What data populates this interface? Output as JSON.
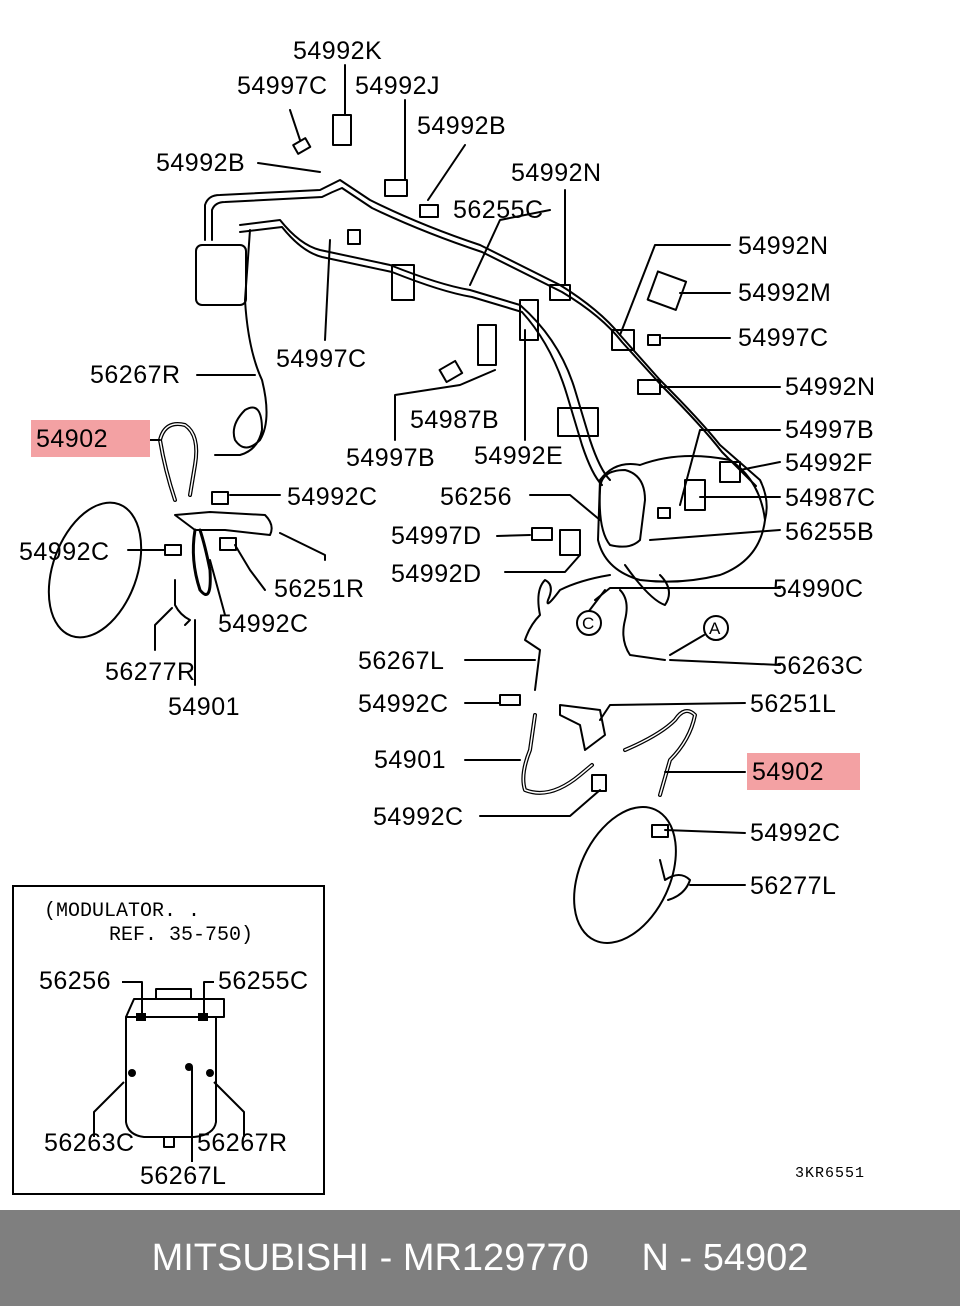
{
  "highlight_color": "#f3a1a3",
  "labels": {
    "l54992K": "54992K",
    "l54997C_a": "54997C",
    "l54992J": "54992J",
    "l54992B_a": "54992B",
    "l54992B_b": "54992B",
    "l54992N_a": "54992N",
    "l56255C": "56255C",
    "l54992N_b": "54992N",
    "l54992M": "54992M",
    "l54997C_b": "54997C",
    "l54997C_c": "54997C",
    "l56267R": "56267R",
    "l54992N_c": "54992N",
    "l54987B": "54987B",
    "l54902_left": "54902",
    "l54997B_a": "54997B",
    "l54997B_b": "54997B",
    "l54992E": "54992E",
    "l54992F": "54992F",
    "l54992C_a": "54992C",
    "l56256": "56256",
    "l54987C": "54987C",
    "l54992C_b": "54992C",
    "l54997D": "54997D",
    "l56255B": "56255B",
    "l56251R": "56251R",
    "l54992D": "54992D",
    "l54990C": "54990C",
    "l54992C_c": "54992C",
    "l56277R": "56277R",
    "l56267L": "56267L",
    "l56263C": "56263C",
    "l54901_a": "54901",
    "l54992C_d": "54992C",
    "l56251L": "56251L",
    "l54901_b": "54901",
    "l54902_right": "54902",
    "l54992C_e": "54992C",
    "l54992C_f": "54992C",
    "l56277L": "56277L"
  },
  "callouts": {
    "a": "A",
    "c": "C"
  },
  "inset": {
    "note_line1": "(MODULATOR. .",
    "note_line2": "REF. 35-750)",
    "l56256": "56256",
    "l56255C": "56255C",
    "l56263C": "56263C",
    "l56267R": "56267R",
    "l56267L": "56267L"
  },
  "drawing_ref": "3KR6551",
  "footer": {
    "brand": "MITSUBISHI",
    "part_number": "MR129770",
    "ref_number": "N - 54902",
    "text": "MITSUBISHI - MR129770     N - 54902"
  }
}
